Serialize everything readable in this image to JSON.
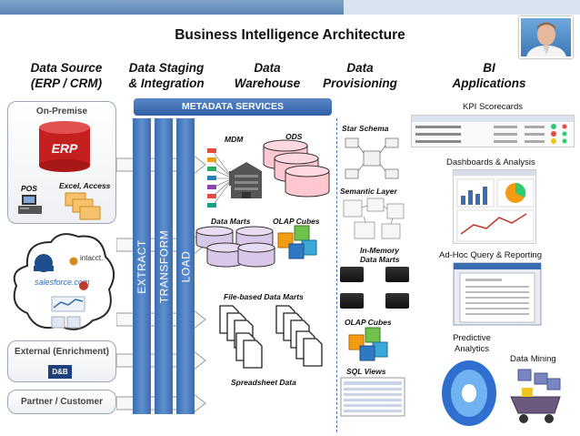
{
  "title": "Business Intelligence Architecture",
  "columns": {
    "source": [
      "Data Source",
      "(ERP / CRM)"
    ],
    "staging": [
      "Data Staging",
      "& Integration"
    ],
    "warehouse": [
      "Data",
      "Warehouse"
    ],
    "provisioning": [
      "Data",
      "Provisioning"
    ],
    "bi": [
      "BI",
      "Applications"
    ]
  },
  "metadata": "METADATA SERVICES",
  "sources": {
    "on_premise": "On-Premise",
    "erp": "ERP",
    "pos": "POS",
    "excel": "Excel, Access",
    "intacct": "intacct.",
    "salesforce": "salesforce.com",
    "external": "External (Enrichment)",
    "dnb": "D&B",
    "partner": "Partner / Customer"
  },
  "etl": [
    "EXTRACT",
    "TRANSFORM",
    "LOAD"
  ],
  "warehouse": {
    "mdm": "MDM",
    "ods": "ODS",
    "data_marts": "Data Marts",
    "olap_cubes": "OLAP Cubes",
    "file_marts": "File-based Data Marts",
    "spreadsheet": "Spreadsheet Data"
  },
  "provisioning": {
    "star": "Star Schema",
    "semantic": "Semantic Layer",
    "inmemory": "In-Memory Data Marts",
    "olap": "OLAP Cubes",
    "sql": "SQL Views"
  },
  "bi": {
    "kpi": "KPI Scorecards",
    "dash": "Dashboards & Analysis",
    "adhoc": "Ad-Hoc Query & Reporting",
    "predictive": "Predictive Analytics",
    "mining": "Data Mining"
  },
  "colors": {
    "accent": "#3a6cb0",
    "erp": "#d52b2b",
    "cylinder": "#ffc7cf",
    "mart": "#d9c7ea"
  },
  "icons": [
    "person-photo",
    "erp-database-icon",
    "pos-terminal-icon",
    "folders-icon",
    "cloud-icon",
    "dnb-logo-icon",
    "flow-arrow-icon",
    "cylinder-icon",
    "cube-icon",
    "document-stack-icon",
    "chip-icon",
    "scorecard-thumbnail",
    "dashboard-thumbnail",
    "report-thumbnail",
    "analytics-disc-icon",
    "mining-cart-icon"
  ]
}
